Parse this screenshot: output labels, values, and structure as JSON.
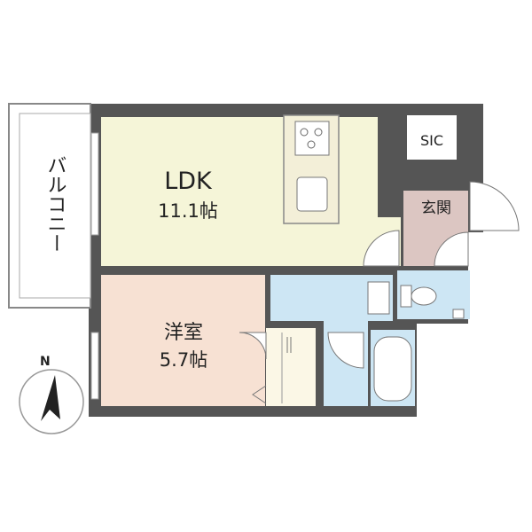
{
  "rooms": {
    "balcony": {
      "label": "バルコニー"
    },
    "ldk": {
      "label": "LDK",
      "area": "11.1帖"
    },
    "western_room": {
      "label": "洋室",
      "area": "5.7帖"
    },
    "entrance": {
      "label": "玄関"
    },
    "sic": {
      "label": "SIC"
    }
  },
  "compass": {
    "label": "N"
  },
  "colors": {
    "wall": "#555555",
    "ldk": "#f5f5d8",
    "western_room": "#f7e1d3",
    "water": "#cde6f4",
    "entrance": "#dcc6c2",
    "closet": "#fbf7e6",
    "balcony": "#ffffff",
    "kitchen": "#f3efd8"
  }
}
